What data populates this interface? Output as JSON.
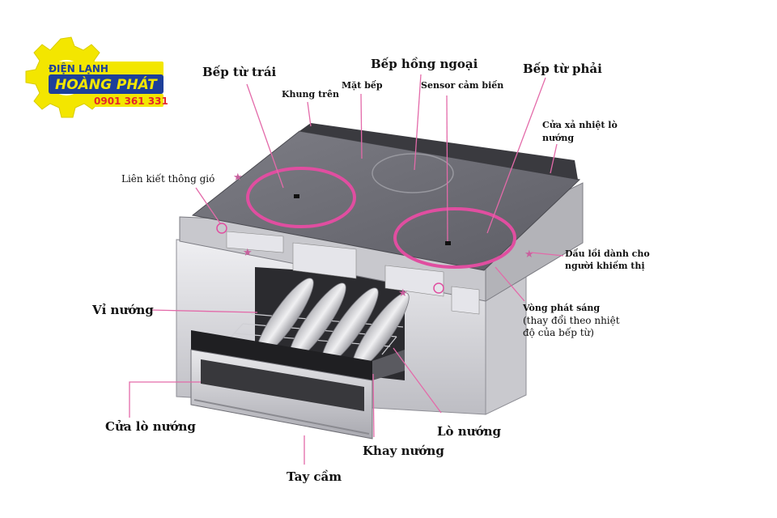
{
  "logo": {
    "line1": "ĐIỆN LẠNH",
    "line2": "HOÀNG PHÁT",
    "phone": "0901 361 331",
    "colors": {
      "gear": "#f3e600",
      "blue": "#1d3f9a",
      "red": "#e3262b"
    }
  },
  "labels": {
    "bep_tu_trai": "Bếp từ trái",
    "khung_tren": "Khung trên",
    "mat_bep": "Mặt bếp",
    "bep_hong_ngoai": "Bếp hồng ngoại",
    "sensor": "Sensor cảm biến",
    "bep_tu_phai": "Bếp từ phải",
    "cua_xa_nhiet_1": "Cửa xả nhiệt lò",
    "cua_xa_nhiet_2": "nướng",
    "lien_ket": "Liên kiết thông gió",
    "dau_loi_1": "Dấu lồi dành cho",
    "dau_loi_2": "người khiếm thị",
    "vong_phat_sang": "Vòng phát sáng",
    "vong_note_1": "(thay đổi theo nhiệt",
    "vong_note_2": "độ của bếp từ)",
    "vi_nuong": "Vỉ nướng",
    "cua_lo_nuong": "Cửa lò nướng",
    "lo_nuong": "Lò nướng",
    "khay_nuong": "Khay nướng",
    "tay_cam": "Tay cầm"
  },
  "colors": {
    "leader": "#e36aa9",
    "ring": "#e04ea0",
    "glass": "#6f6f77",
    "glass_dark": "#55555d",
    "frame": "#b9b9bf",
    "body": "#d9d9de",
    "drawer": "#3a3a3e"
  }
}
